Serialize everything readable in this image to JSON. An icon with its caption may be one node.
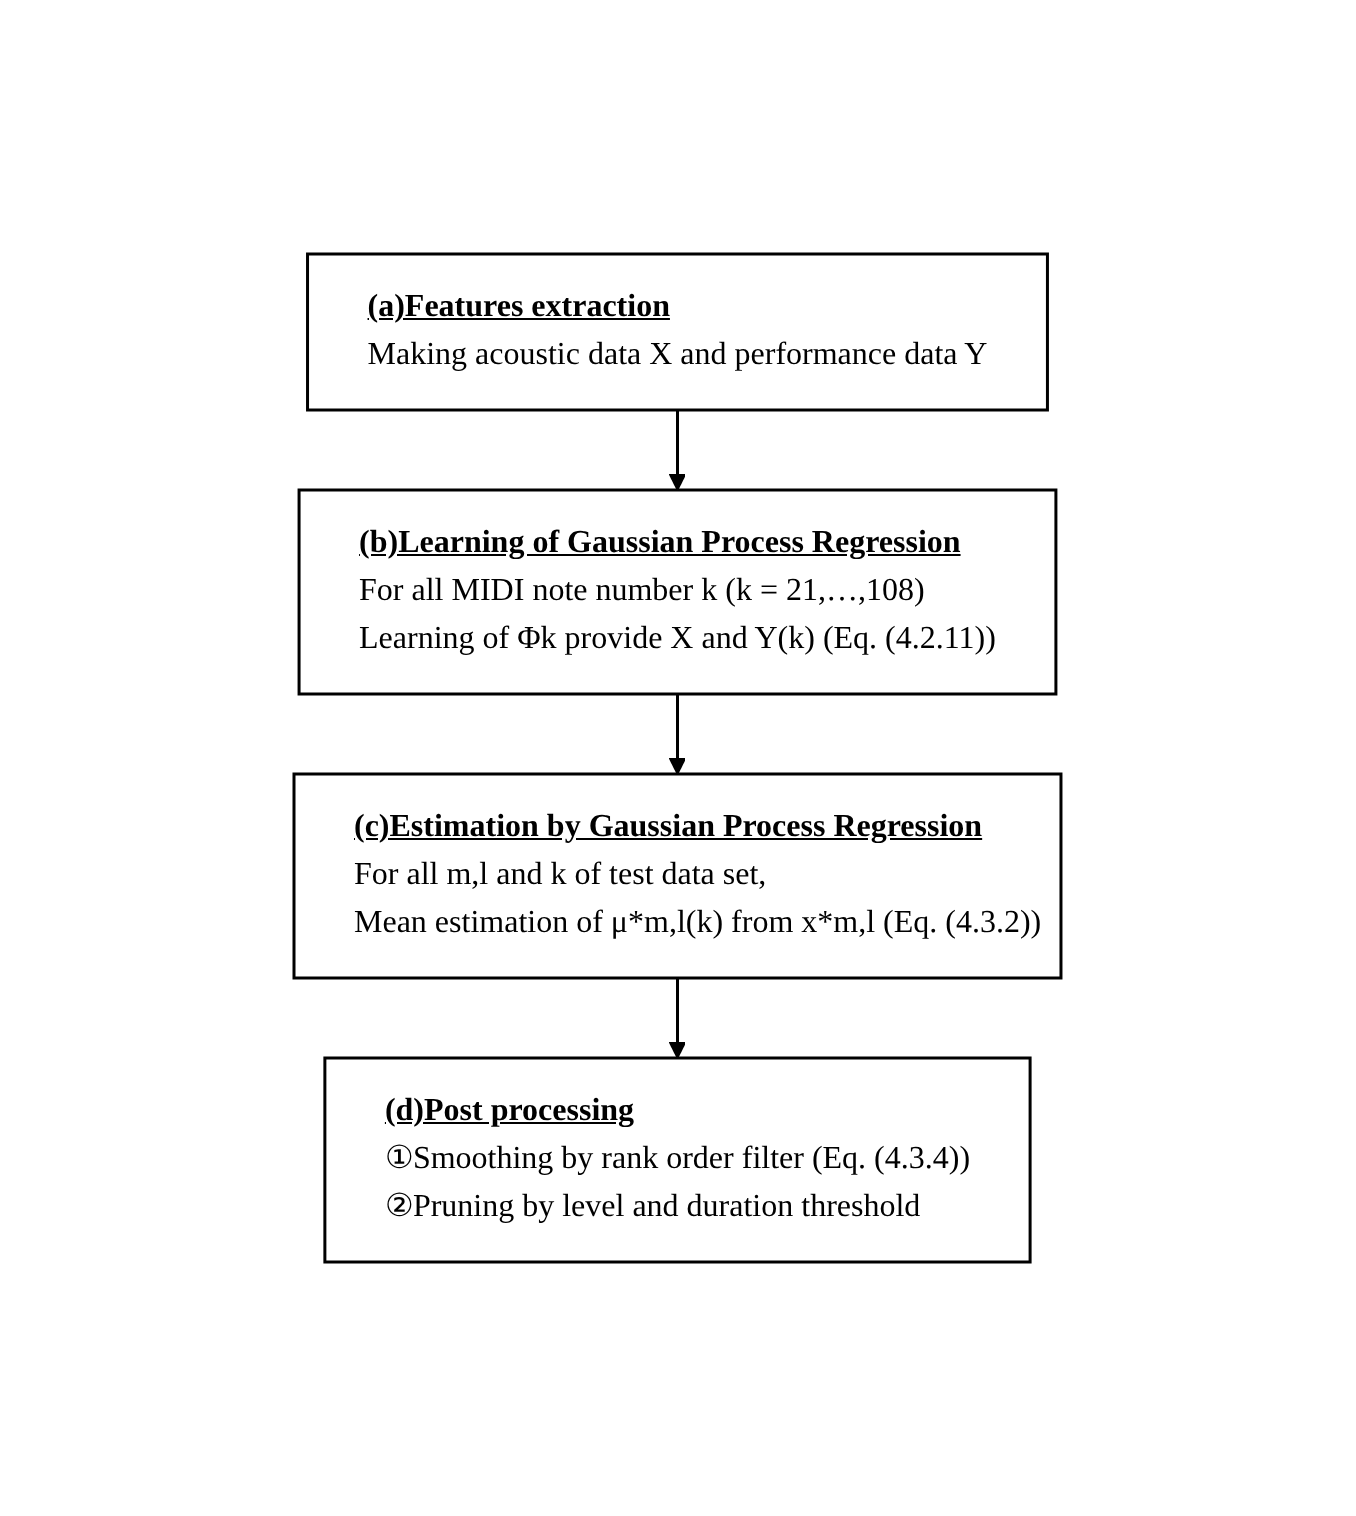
{
  "diagram": {
    "nodes": [
      {
        "text": [
          "(a)Features extraction",
          "Making acoustic data X and performance data Y"
        ]
      },
      {
        "text": [
          "(b)Learning of Gaussian Process Regression",
          "For all MIDI note number k (k = 21,…,108)",
          "Learning of Φk provide X and Y(k) (Eq. (4.2.11))"
        ]
      },
      {
        "text": [
          "(c)Estimation by Gaussian Process Regression",
          "For all m,l and k of test data set,",
          "Mean estimation of μ*m,l(k) from x*m,l (Eq. (4.3.2))"
        ]
      },
      {
        "text": [
          "(d)Post processing",
          "①Smoothing by rank order filter (Eq. (4.3.4))",
          "②Pruning by level and duration threshold"
        ]
      }
    ],
    "edges": [
      {
        "from": 0,
        "to": 1,
        "arrow": "to"
      },
      {
        "from": 1,
        "to": 2,
        "arrow": "to"
      },
      {
        "from": 2,
        "to": 3,
        "arrow": "to"
      }
    ]
  }
}
